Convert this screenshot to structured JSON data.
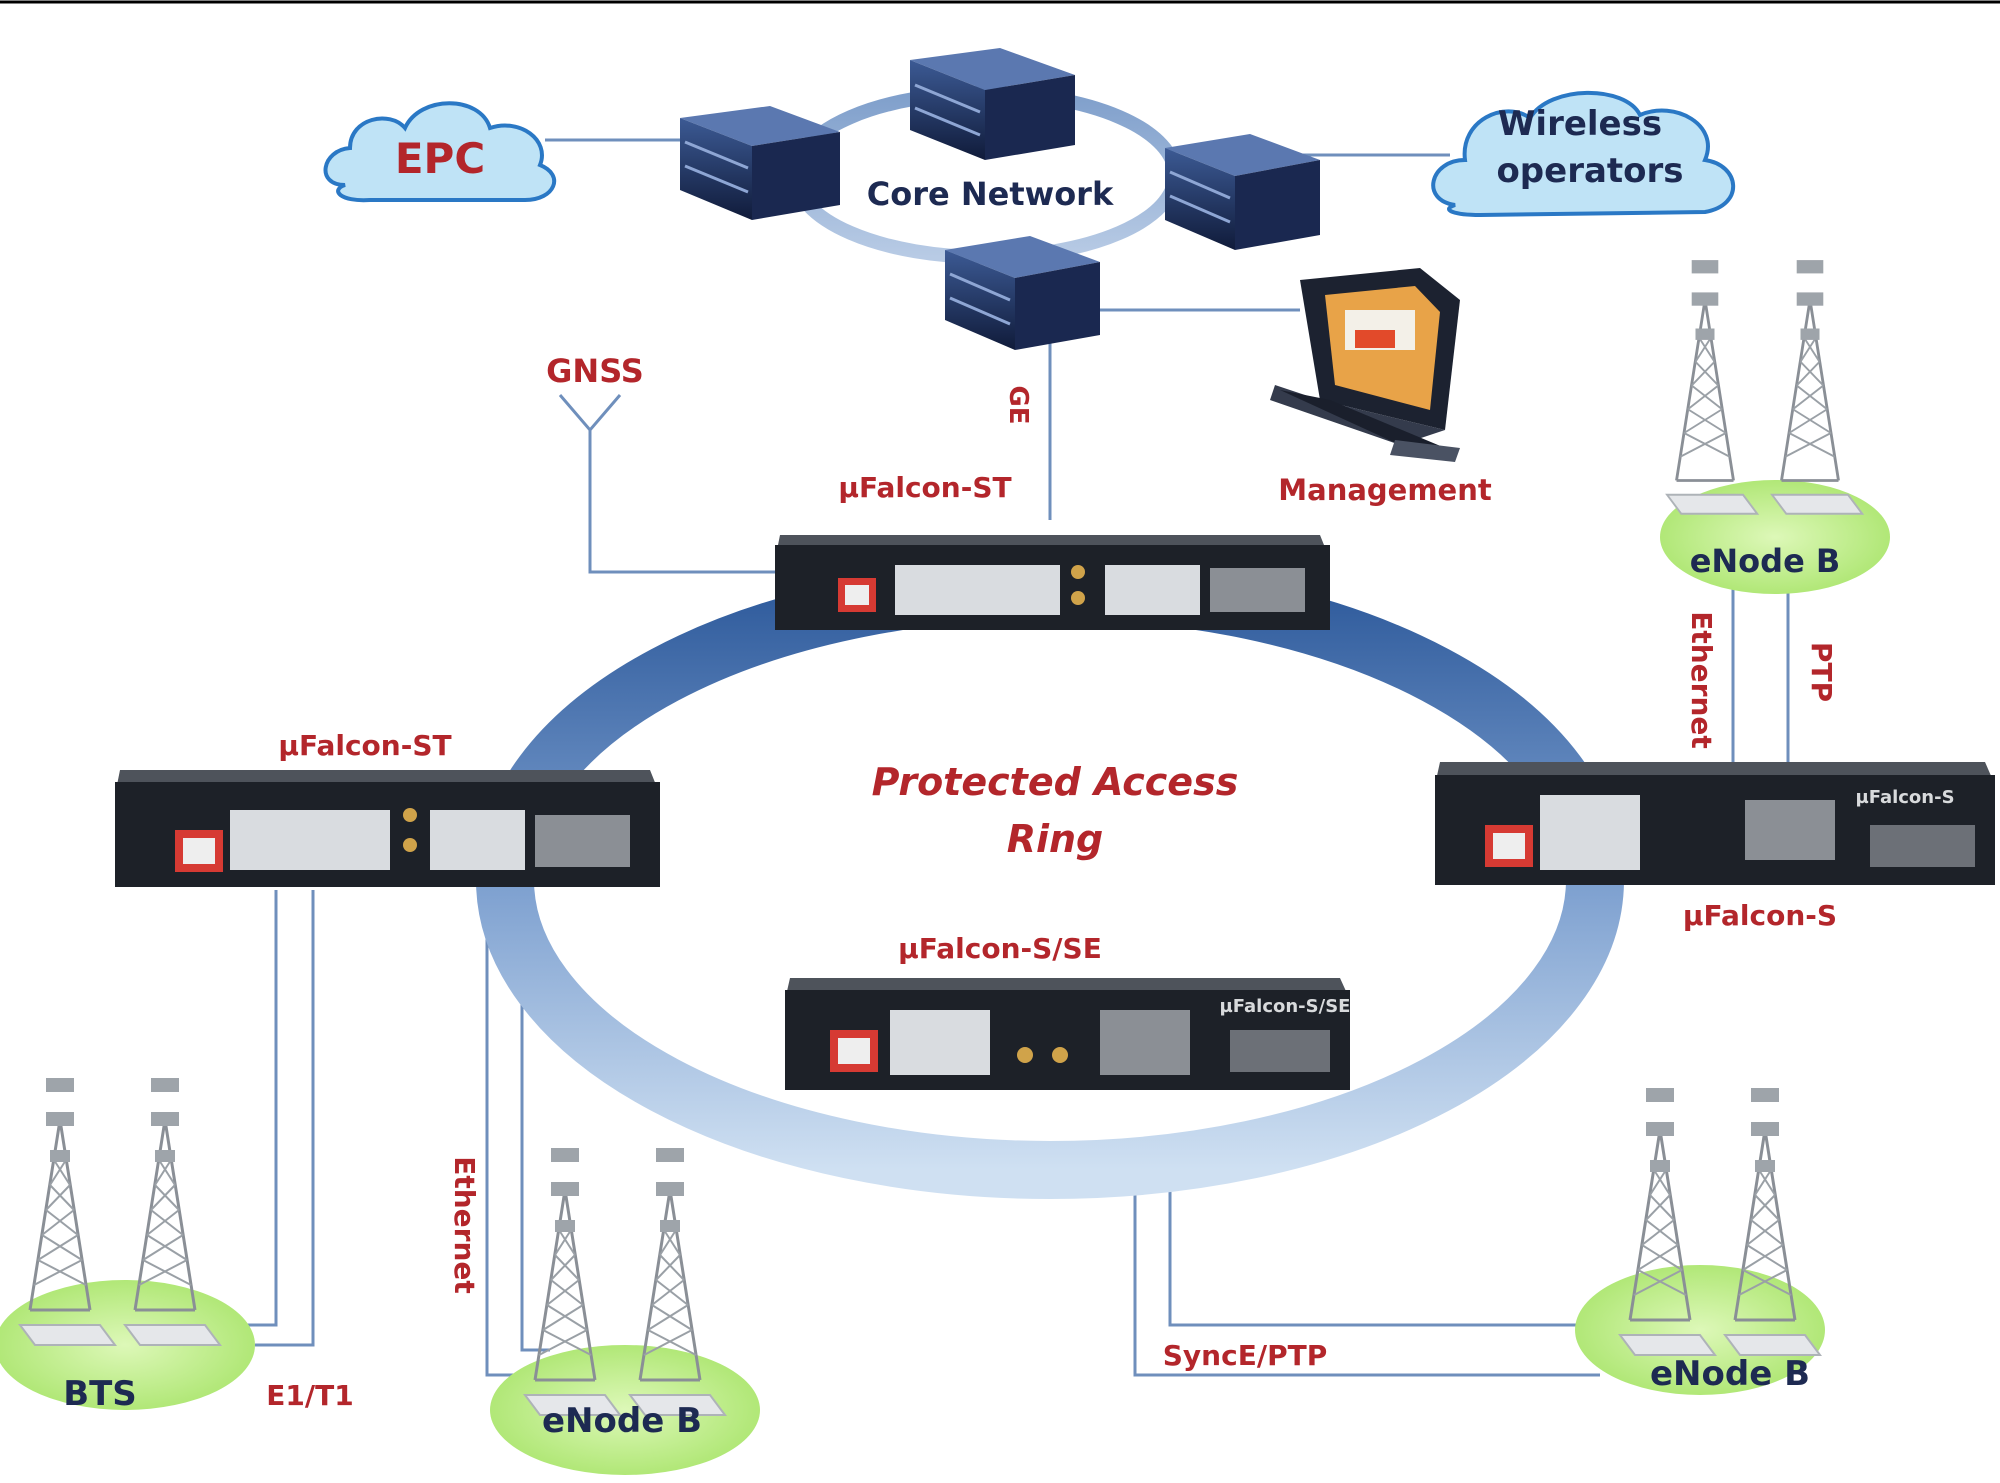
{
  "clouds": {
    "epc": "EPC",
    "wireless_line1": "Wireless",
    "wireless_line2": "operators"
  },
  "core": {
    "label": "Core Network"
  },
  "links": {
    "gnss": "GNSS",
    "ge": "GE",
    "management": "Management",
    "ethernet_right": "Ethernet",
    "ptp": "PTP",
    "ethernet_left": "Ethernet",
    "e1t1": "E1/T1",
    "synce_ptp": "SyncE/PTP"
  },
  "ring": {
    "line1": "Protected Access",
    "line2": "Ring"
  },
  "devices": {
    "top": "µFalcon-ST",
    "left": "µFalcon-ST",
    "right": "µFalcon-S",
    "bottom": "µFalcon-S/SE",
    "right_face": "µFalcon-S",
    "bottom_face": "µFalcon-S/SE"
  },
  "sites": {
    "enodeb_top_right": "eNode B",
    "bts": "BTS",
    "enodeb_bottom_mid": "eNode B",
    "enodeb_bottom_right": "eNode B"
  },
  "colors": {
    "label_red": "#b3262b",
    "label_dark": "#1d2a52",
    "ring_blue": "#5b7fb5",
    "cloud_fill": "#bfe3f6",
    "site_green": "#c2ef8a"
  }
}
